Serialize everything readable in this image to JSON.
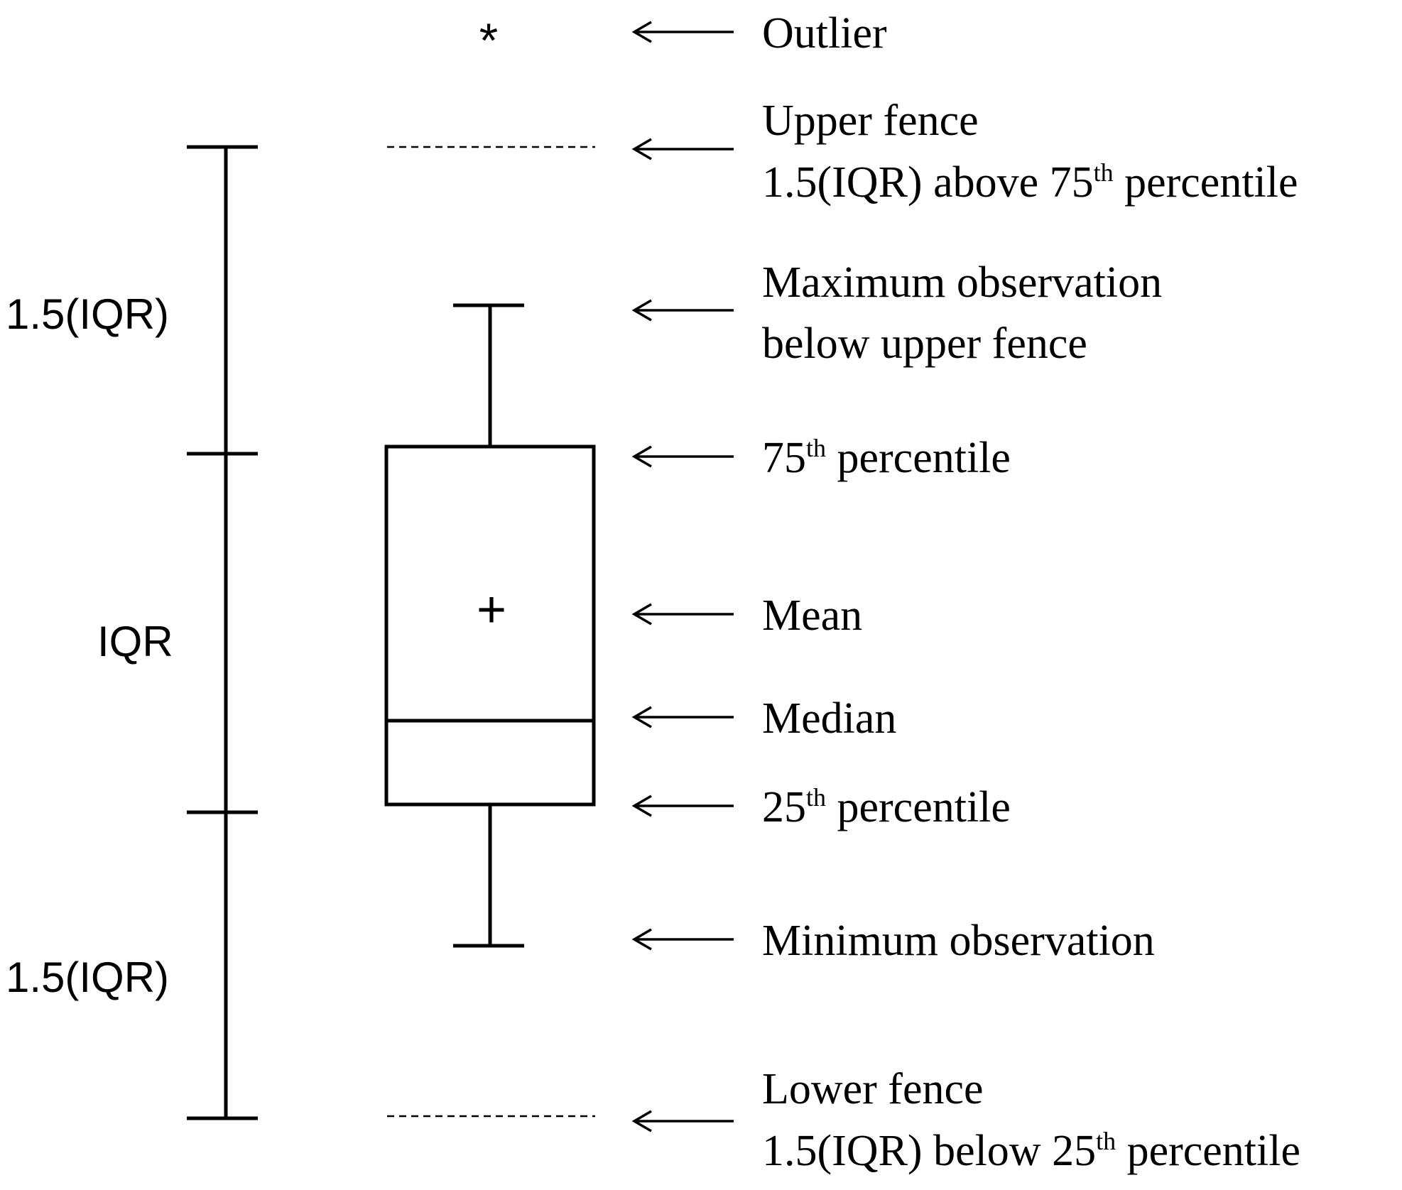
{
  "scale_labels": {
    "upper": "1.5(IQR)",
    "middle": "IQR",
    "lower": "1.5(IQR)"
  },
  "symbols": {
    "outlier": "*",
    "mean": "+"
  },
  "annotations": {
    "outlier": "Outlier",
    "upper_fence_title": "Upper fence",
    "upper_fence_desc_pre": "1.5(IQR) above 75",
    "upper_fence_desc_sup": "th",
    "upper_fence_desc_post": " percentile",
    "max_line1": "Maximum observation",
    "max_line2": "below upper fence",
    "p75_num": "75",
    "p75_sup": "th",
    "p75_post": " percentile",
    "mean": "Mean",
    "median": "Median",
    "p25_num": "25",
    "p25_sup": "th",
    "p25_post": " percentile",
    "min": "Minimum observation",
    "lower_fence_title": "Lower fence",
    "lower_fence_desc_pre": "1.5(IQR) below 25",
    "lower_fence_desc_sup": "th",
    "lower_fence_desc_post": " percentile"
  }
}
